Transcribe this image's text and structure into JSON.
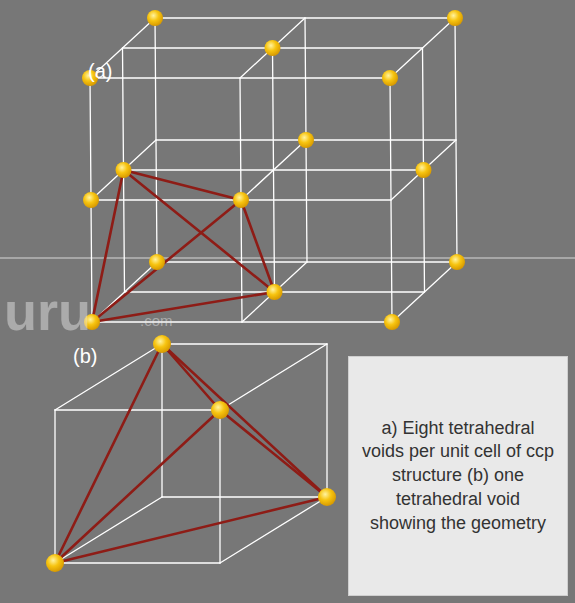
{
  "diagram": {
    "nodes": [
      {
        "text": [
          "a) Eight tetrahedral voids per unit cell of ccp structure (b) one tetrahedral void showing the geometry"
        ]
      }
    ],
    "labels": [
      "(a)",
      "(b)",
      "uru",
      ".com"
    ]
  }
}
